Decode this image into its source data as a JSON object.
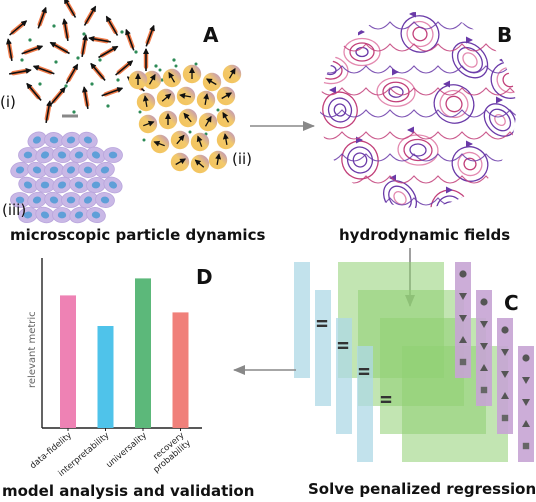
{
  "panels": {
    "A": {
      "letter": "A",
      "caption": "microscopic particle dynamics",
      "sublabels": [
        "(i)",
        "(ii)",
        "(iii)"
      ]
    },
    "B": {
      "letter": "B",
      "caption": "hydrodynamic fields"
    },
    "C": {
      "letter": "C",
      "caption": "Solve penalized regression",
      "equals": [
        "=",
        "=",
        "=",
        "="
      ]
    },
    "D": {
      "letter": "D",
      "caption": "model analysis and validation"
    }
  },
  "colors": {
    "rod": "#f07a48",
    "arrow": "#111111",
    "dot": "#2e8b57",
    "disk_outer": "#f3c96a",
    "disk_inner": "#a879c9",
    "cell_body": "#c9b8e6",
    "cell_nucleus": "#5f9fd8",
    "stream_a": "#6a3aa8",
    "stream_b": "#c2407a",
    "stream_c": "#e38ab0",
    "green_sheet": "#8fcf72",
    "blue_strip": "#add8e6",
    "purple_strip": "#c6a4d4",
    "arrow_gray": "#888888"
  },
  "chart_data": {
    "type": "bar",
    "title": "",
    "xlabel": "",
    "ylabel": "relevant metric",
    "categories": [
      "data-fidelity",
      "interpretability",
      "universality",
      "recovery probability"
    ],
    "tick_lines": [
      [
        "data-fidelity"
      ],
      [
        "interpretability"
      ],
      [
        "universality"
      ],
      [
        "recovery",
        "probability"
      ]
    ],
    "values": [
      0.78,
      0.6,
      0.88,
      0.68
    ],
    "bar_colors": [
      "#ee82b4",
      "#4fc3ea",
      "#5cb87a",
      "#f0807a"
    ],
    "ylim": [
      0,
      1
    ],
    "grid": false
  }
}
